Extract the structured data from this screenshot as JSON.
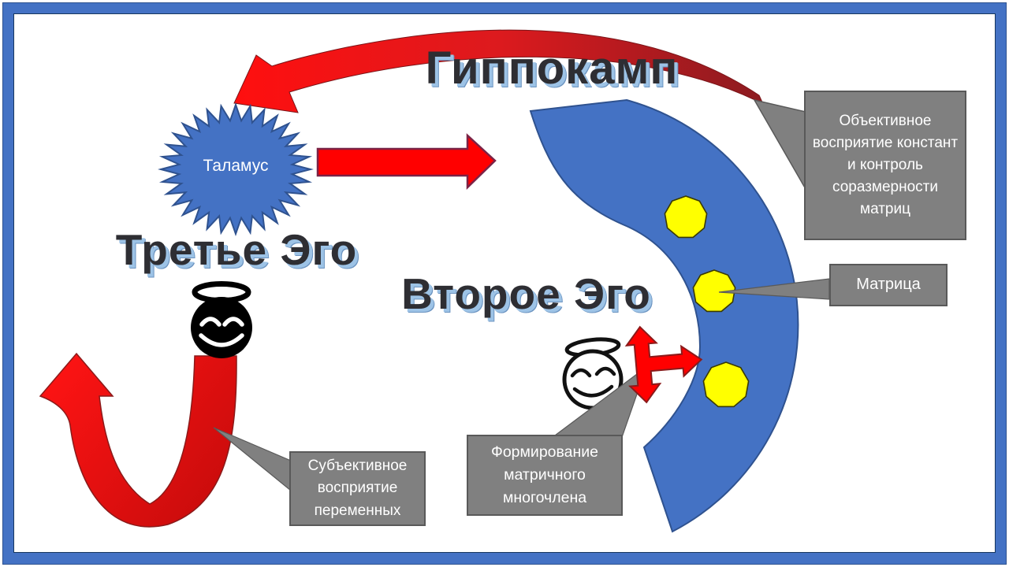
{
  "slide": {
    "title": "Гиппокамп",
    "nodes": {
      "thalamus_label": "Таламус",
      "third_ego_label": "Третье Эго",
      "second_ego_label": "Второе Эго"
    },
    "callouts": {
      "objective_perception": "Объективное восприятие констант и контроль соразмерности матриц",
      "matrix": "Матрица",
      "matrix_polynomial": "Формирование матричного многочлена",
      "subjective_perception": "Субъективное восприятие переменных"
    },
    "icons": {
      "third_ego_smiley": "smiling-face-with-halo-solid-black",
      "second_ego_smiley": "smiling-face-with-halo-outline"
    },
    "colors": {
      "frame_blue": "#4472C4",
      "shape_blue": "#4472C4",
      "shape_border": "#2F528F",
      "red": "#FF0000",
      "dark_red": "#8C1B20",
      "red_border": "#8B1A1A",
      "yellow": "#FFFF00",
      "callout_gray": "#808080",
      "callout_border": "#595959",
      "title_text": "#2E2E33",
      "title_shadow": "#9DC3E6",
      "text_white": "#FFFFFF"
    }
  }
}
